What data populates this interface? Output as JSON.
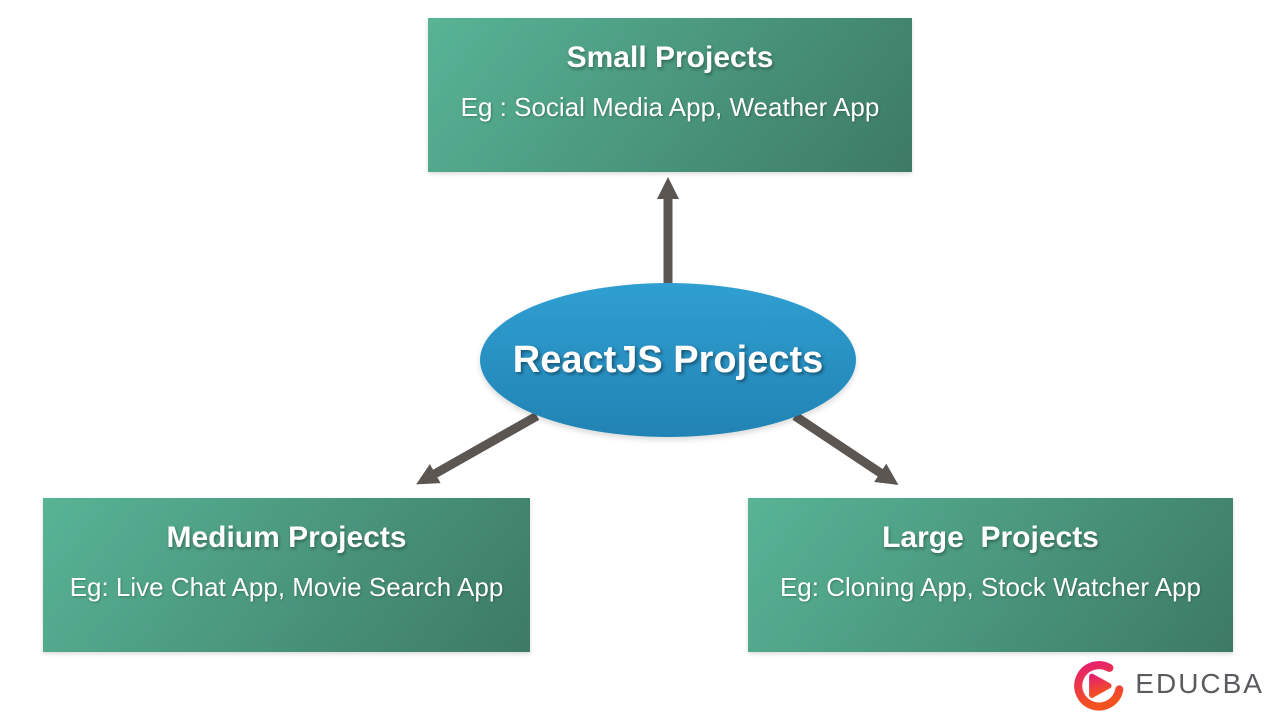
{
  "center": {
    "title": "ReactJS Projects"
  },
  "nodes": [
    {
      "id": "small",
      "title": "Small Projects",
      "examples": "Eg : Social Media App, Weather App"
    },
    {
      "id": "medium",
      "title": "Medium Projects",
      "examples": "Eg: Live Chat App, Movie Search App"
    },
    {
      "id": "large",
      "title": "Large  Projects",
      "examples": "Eg: Cloning App, Stock Watcher App"
    }
  ],
  "logo": {
    "text": "EDUCBA"
  },
  "colors": {
    "background": "#ffffff",
    "text": "#ffffff",
    "box_gradient_start": "#58b496",
    "box_gradient_end": "#3d7a66",
    "ellipse_gradient_start": "#2f9fd1",
    "ellipse_gradient_end": "#2183b4",
    "arrow": "#5c5653",
    "logo_gradient_start": "#e6206e",
    "logo_gradient_end": "#f3511f",
    "logo_text": "#595b5e"
  }
}
